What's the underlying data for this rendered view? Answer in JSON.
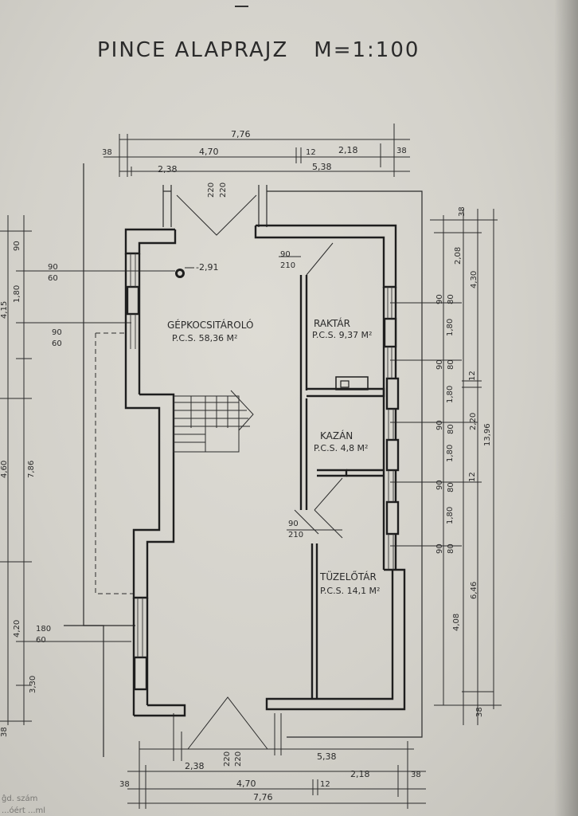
{
  "title": {
    "main": "PINCE ALAPRAJZ",
    "scale": "M=1:100"
  },
  "rooms": {
    "garage": {
      "name": "GÉPKOCSITÁROLÓ",
      "area": "P.C.S. 58,36 M²"
    },
    "storage": {
      "name": "RAKTÁR",
      "area": "P.C.S. 9,37 M²"
    },
    "boiler": {
      "name": "KAZÁN",
      "area": "P.C.S. 4,8 M²"
    },
    "fuel": {
      "name": "TÜZELŐTÁR",
      "area": "P.C.S. 14,1 M²"
    }
  },
  "level": "-2,91",
  "dims_top": {
    "total": "7,76",
    "left": "38",
    "mid": "4,70",
    "gap": "12",
    "right_seg": "2,18",
    "right": "38",
    "a": "2,38",
    "b": "5,38",
    "door": "220",
    "door2": "220"
  },
  "dims_bottom": {
    "a": "2,38",
    "b": "5,38",
    "door": "220",
    "door2": "220",
    "left": "38",
    "mid": "4,70",
    "gap": "12",
    "right_seg": "2,18",
    "right": "38",
    "total": "7,76"
  },
  "dims_right": {
    "d1": "38",
    "d2": "2,08",
    "d3": "4,30",
    "d4": "90",
    "d5": "80",
    "d6": "1,80",
    "d7": "90",
    "d8": "80",
    "d9": "12",
    "d10": "1,80",
    "d11": "90",
    "d12": "80",
    "d13": "2,20",
    "d14": "13,96",
    "d15": "1,80",
    "d16": "90",
    "d17": "12",
    "d18": "80",
    "d19": "1,80",
    "d20": "90",
    "d21": "80",
    "d22": "6,46",
    "d23": "4,08",
    "d24": "38"
  },
  "dims_left": {
    "w1a": "90",
    "w1b": "60",
    "w2a": "90",
    "w2b": "60",
    "w3a": "180",
    "w3b": "60",
    "v1": "90",
    "v2": "1,80",
    "v3": "7,86",
    "v4": "4,20",
    "v5": "3,30",
    "v6": "4,60",
    "v7": "38",
    "v8": "4,15"
  },
  "doors": {
    "d1a": "90",
    "d1b": "210",
    "d2a": "90",
    "d2b": "210"
  },
  "footer": {
    "line1": "ĝd. szám",
    "line2": "...óért ...ml"
  }
}
